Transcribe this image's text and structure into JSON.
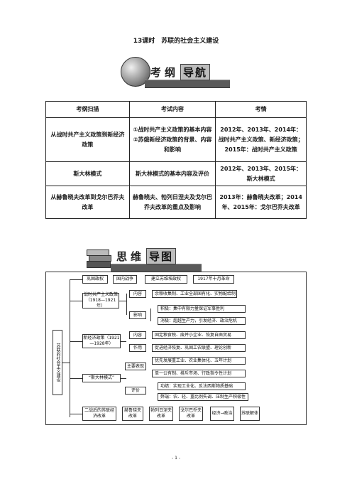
{
  "header": {
    "title": "13课时　苏联的社会主义建设"
  },
  "banner_outline": {
    "text": "考纲",
    "highlight": "导航"
  },
  "banner_mindmap": {
    "text": "思维",
    "highlight": "导图"
  },
  "table": {
    "headers": [
      "考纲扫描",
      "考试内容",
      "考情"
    ],
    "rows": [
      {
        "scan": "从战时共产主义政策到新经济政策",
        "content": "①战时共产主义政策的基本内容②苏俄新经济政策的背景、内容和影响",
        "trend": "2012年、2013年、2014年：战时共产主义政策、新经济政策；2015年：战时共产主义政策"
      },
      {
        "scan": "斯大林模式",
        "content": "斯大林模式的基本内容及评价",
        "trend": "2012年、2013年、2015年：斯大林模式"
      },
      {
        "scan": "从赫鲁晓夫改革到戈尔巴乔夫改革",
        "content": "赫鲁晓夫、勃列日涅夫及戈尔巴乔夫改革的重点及影响",
        "trend": "2013年：赫鲁晓夫改革；2014年、2015年：戈尔巴乔夫改革"
      }
    ]
  },
  "mindmap": {
    "root": "苏联的社会主义建设",
    "n_gonggu": "巩固政权",
    "n_guonei": "国内战争",
    "n_jianli": "建立苏维埃政权",
    "n_1917": "1917年十月革命",
    "n_zhanshi": "战时共产主义政策（1918—1921年）",
    "n_neirong1": "内容",
    "n_neirong1_text": "余粮收集制、工业全部国有化、实物配给制",
    "n_yingxiang": "影响",
    "n_jiji1": "积极：集中有限力量保证军事胜利",
    "n_xiaoji1": "消极：超越生产力，引发经济、政治危机",
    "n_xinjingji": "新经济政策（1921—1928年）",
    "n_neirong2": "内容",
    "n_neirong2_text": "固定粮食税、废并小企业、恢复自由贸易",
    "n_zuoyong": "作用",
    "n_zuoyong_text": "促进经济恢复、巩固工农联盟、理论创新",
    "n_sidalin": "“斯大林模式”",
    "n_zhuyao": "主要表现",
    "n_zhuyao1": "优先发展重工业、农业集体化、五年计划",
    "n_zhuyao2": "单一公有制、排斥市场、行政指令性计划",
    "n_pingjia": "评价",
    "n_gongji": "功绩：实现工业化、反法西斯物质基础",
    "n_bibing": "弊端：农、轻、重比例失调、压制生产积极性",
    "n_erzhan": "二战后的苏联经济改革",
    "n_helu": "赫鲁晓夫改革",
    "n_boliejnief": "勃列日涅夫改革",
    "n_geerba": "戈尔巴乔夫改革",
    "n_jingji": "经济→政治",
    "n_jieti": "苏联解体"
  },
  "footer": {
    "page": "- 1 -"
  }
}
